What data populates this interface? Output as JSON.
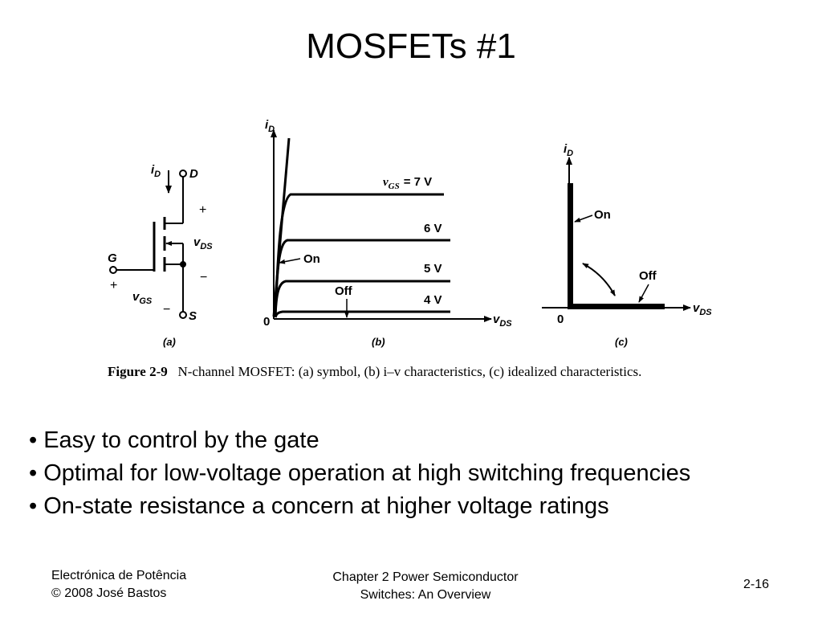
{
  "slide": {
    "title": "MOSFETs #1"
  },
  "figure": {
    "symbol": {
      "current_label": "i",
      "current_sub": "D",
      "drain": "D",
      "gate": "G",
      "source": "S",
      "vds_label": "v",
      "vds_sub": "DS",
      "vgs_label": "v",
      "vgs_sub": "GS",
      "plus": "+",
      "minus": "−",
      "panel": "(a)"
    },
    "characteristics": {
      "y_label": "i",
      "y_sub": "D",
      "x_label": "v",
      "x_sub": "DS",
      "origin": "0",
      "curve_labels": [
        "v",
        "6 V",
        "5 V",
        "4 V"
      ],
      "vgs_sub": "GS",
      "vgs_value": "= 7 V",
      "on_label": "On",
      "off_label": "Off",
      "panel": "(b)"
    },
    "idealized": {
      "y_label": "i",
      "y_sub": "D",
      "x_label": "v",
      "x_sub": "DS",
      "origin": "0",
      "on_label": "On",
      "off_label": "Off",
      "panel": "(c)"
    },
    "caption": {
      "fig_no": "Figure 2-9",
      "text": "N-channel MOSFET: (a) symbol, (b) i–v characteristics, (c) idealized characteristics."
    }
  },
  "bullets": [
    "• Easy to control by the gate",
    "• Optimal for low-voltage operation at high switching frequencies",
    "• On-state resistance a concern at higher voltage ratings"
  ],
  "footer": {
    "left_line1": "Electrónica de Potência",
    "left_line2": "© 2008 José Bastos",
    "center_line1": "Chapter 2 Power Semiconductor",
    "center_line2": "Switches: An Overview",
    "page": "2-16"
  }
}
